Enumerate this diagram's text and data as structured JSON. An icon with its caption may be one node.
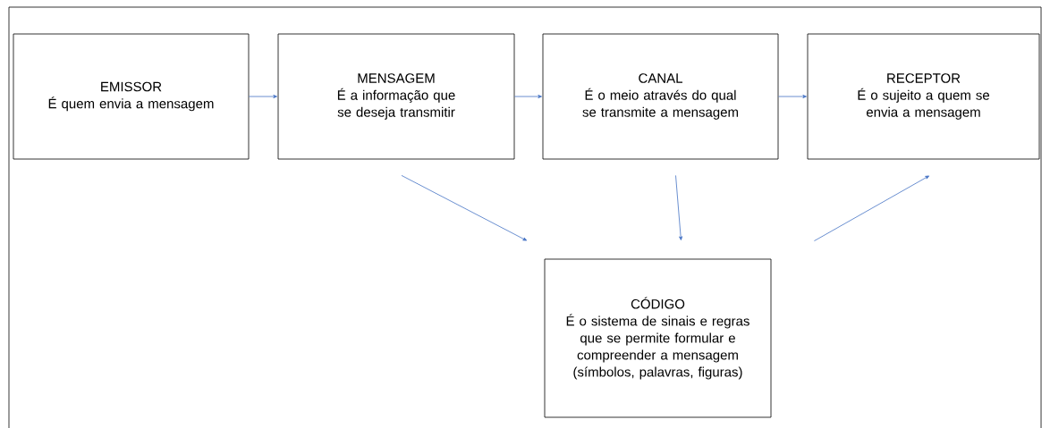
{
  "diagram": {
    "nodes": [
      {
        "text": [
          "EMISSOR",
          "É quem envia a mensagem"
        ]
      },
      {
        "text": [
          "MENSAGEM",
          "É a informação que se deseja transmitir"
        ]
      },
      {
        "text": [
          "CANAL",
          "É o meio através do qual se transmite a mensagem"
        ]
      },
      {
        "text": [
          "RECEPTOR",
          "É o sujeito a quem se envia a mensagem"
        ]
      },
      {
        "text": [
          "CÓDIGO",
          "É o sistema de sinais e regras que se permite formular e compreender a mensagem (símbolos, palavras, figuras)"
        ]
      }
    ],
    "edges": [
      {
        "from": 0,
        "to": 1,
        "arrow": "to"
      },
      {
        "from": 1,
        "to": 2,
        "arrow": "to"
      },
      {
        "from": 2,
        "to": 3,
        "arrow": "to"
      },
      {
        "from": 1,
        "to": 4,
        "arrow": "to"
      },
      {
        "from": 2,
        "to": 4,
        "arrow": "to"
      },
      {
        "from": 4,
        "to": 3,
        "arrow": "to"
      }
    ]
  }
}
